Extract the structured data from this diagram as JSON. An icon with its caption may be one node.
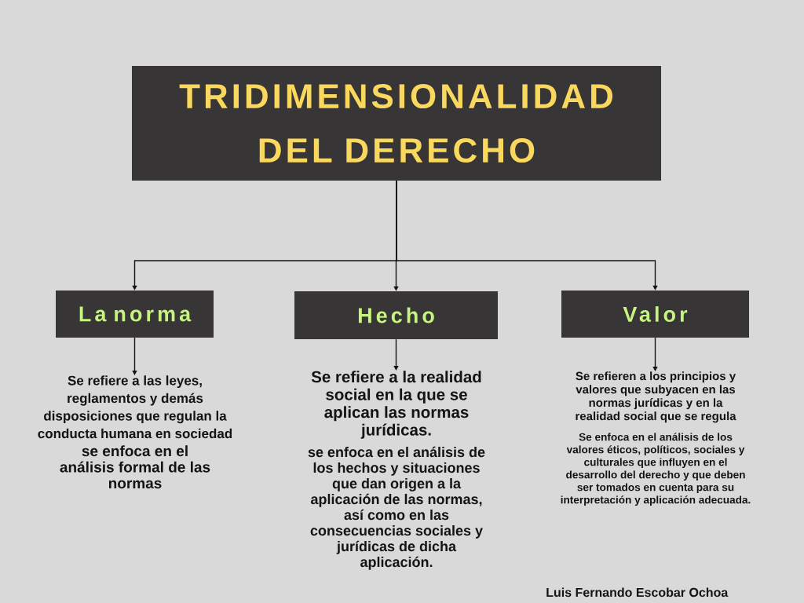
{
  "diagram": {
    "nodes": [
      {
        "text": [
          "TRIDIMENSIONALIDAD DEL DERECHO"
        ]
      },
      {
        "text": [
          "La norma"
        ]
      },
      {
        "text": [
          "Hecho"
        ]
      },
      {
        "text": [
          "Valor"
        ]
      },
      {
        "text": [
          "Se refiere a las leyes, reglamentos y demás disposiciones que regulan la conducta humana en sociedad",
          "se enfoca en el análisis formal de las normas"
        ]
      },
      {
        "text": [
          "Se refiere a la realidad social en la que se aplican las normas jurídicas.",
          "se enfoca en el análisis de los hechos y situaciones que dan origen a la aplicación de las normas, así como en las consecuencias sociales y jurídicas de dicha aplicación."
        ]
      },
      {
        "text": [
          "Se refieren a los principios y valores que subyacen en las normas jurídicas y en la realidad social que se regula",
          "Se enfoca en el análisis de los valores éticos, políticos, sociales y culturales que influyen en el desarrollo del derecho y que deben ser tomados en cuenta para su interpretación y aplicación adecuada."
        ]
      }
    ],
    "edges": [
      {
        "from": 0,
        "to": 1,
        "arrow": "to"
      },
      {
        "from": 0,
        "to": 2,
        "arrow": "to"
      },
      {
        "from": 0,
        "to": 3,
        "arrow": "to"
      },
      {
        "from": 1,
        "to": 4,
        "arrow": "to"
      },
      {
        "from": 2,
        "to": 5,
        "arrow": "to"
      },
      {
        "from": 3,
        "to": 6,
        "arrow": "to"
      }
    ],
    "labels": [
      "Luis Fernando Escobar Ochoa"
    ]
  }
}
